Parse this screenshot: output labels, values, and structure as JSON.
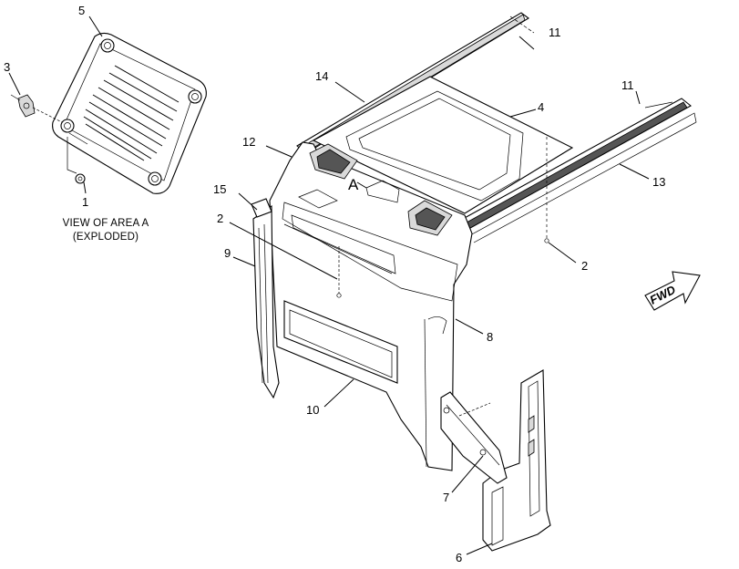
{
  "callouts": {
    "c1": "1",
    "c2a": "2",
    "c2b": "2",
    "c3": "3",
    "c4": "4",
    "c5": "5",
    "c6": "6",
    "c7": "7",
    "c8": "8",
    "c9": "9",
    "c10": "10",
    "c11a": "11",
    "c11b": "11",
    "c12": "12",
    "c13": "13",
    "c14": "14",
    "c15": "15"
  },
  "area_marker": "A",
  "inset_caption": {
    "line1": "VIEW OF AREA A",
    "line2": "(EXPLODED)"
  },
  "fwd_label": "FWD",
  "colors": {
    "line": "#000000",
    "background": "#ffffff",
    "shade": "#d9d9d9"
  }
}
